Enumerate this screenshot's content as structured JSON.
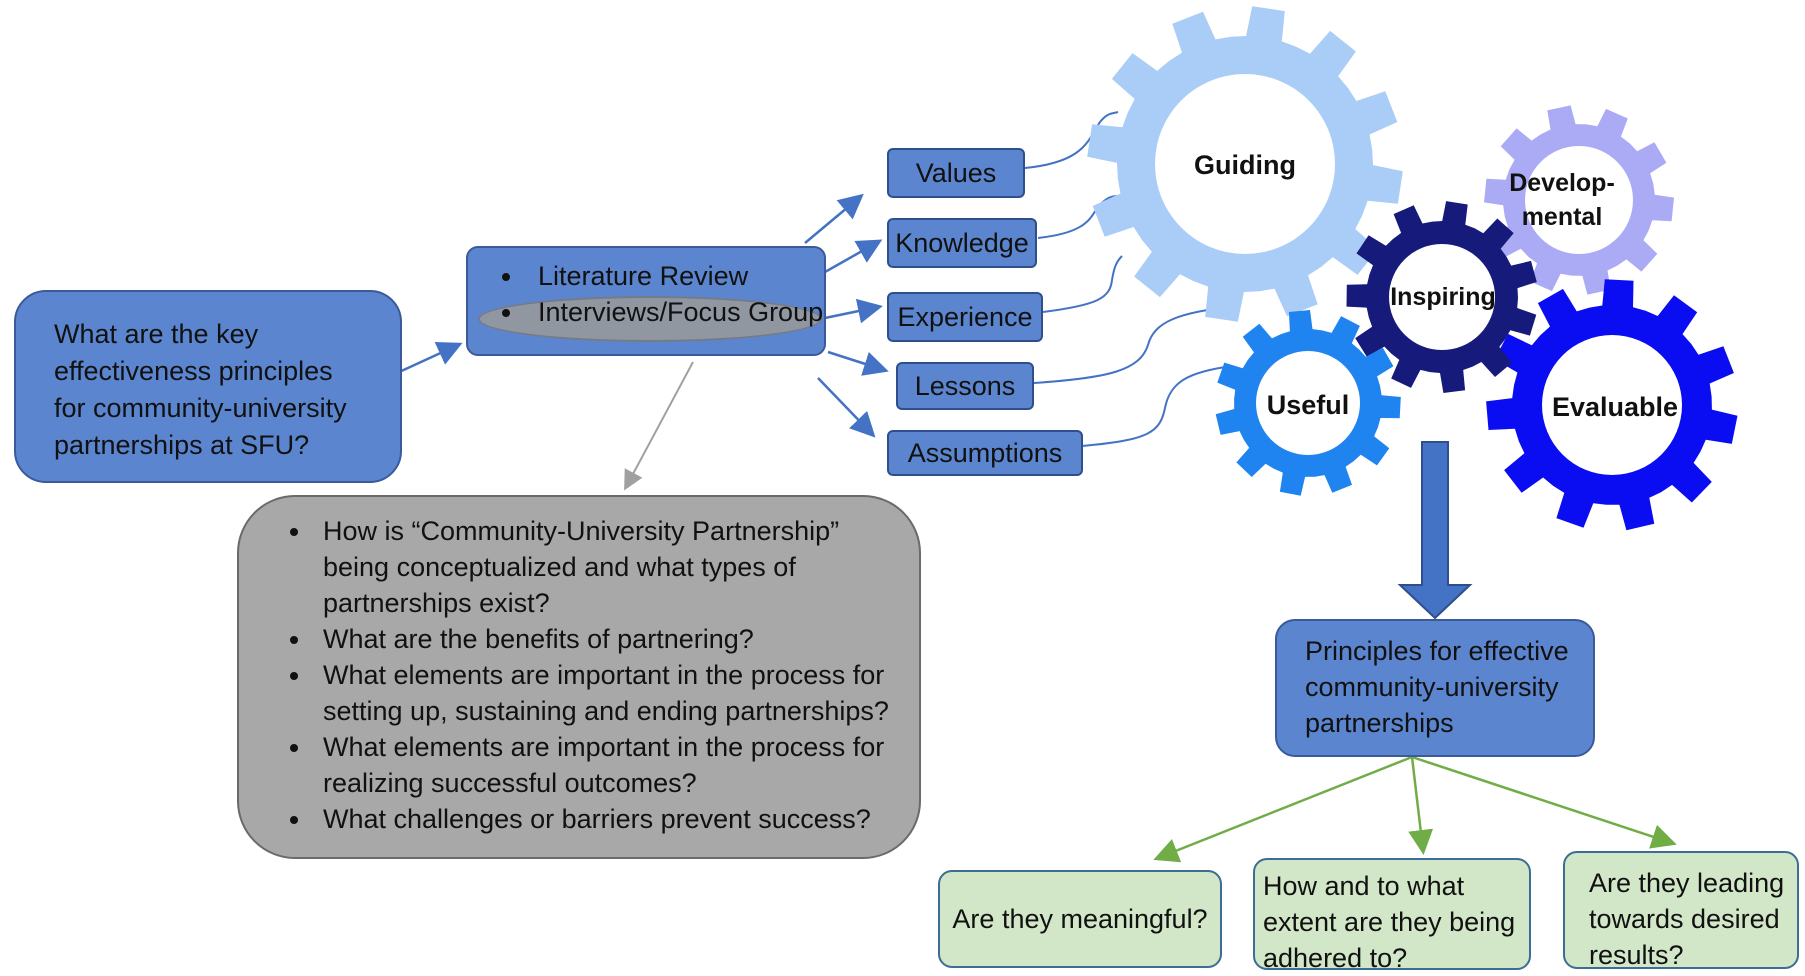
{
  "question_box": {
    "text": "What are the key effectiveness principles for community-university partnerships at SFU?"
  },
  "methods_box": {
    "items": [
      "Literature Review",
      "Interviews/Focus Group"
    ]
  },
  "labels": {
    "values": "Values",
    "knowledge": "Knowledge",
    "experience": "Experience",
    "lessons": "Lessons",
    "assumptions": "Assumptions"
  },
  "gears": {
    "guiding": "Guiding",
    "developmental_1": "Develop-",
    "developmental_2": "mental",
    "inspiring": "Inspiring",
    "useful": "Useful",
    "evaluable": "Evaluable"
  },
  "questions_box": {
    "items": [
      "How is “Community-University Partnership” being conceptualized and what types of partnerships exist?",
      "What are the benefits of partnering?",
      "What elements are important in the process for setting up, sustaining and ending partnerships?",
      "What elements are important in the process for realizing successful outcomes?",
      "What challenges or barriers prevent success?"
    ]
  },
  "principles_box": {
    "text": "Principles for effective community-university partnerships"
  },
  "outcomes": {
    "meaningful": "Are they meaningful?",
    "adhered": "How and to what extent are they being adhered to?",
    "results": "Are they leading towards desired results?"
  },
  "colors": {
    "box_blue": "#5b86cf",
    "guiding_gear": "#a9cdf7",
    "developmental_gear": "#abaaf5",
    "inspiring_gear": "#161a7a",
    "useful_gear": "#1f83f0",
    "evaluable_gear": "#0a0cf2",
    "outcome_green": "#d2e6c8",
    "questions_grey": "#a8a8a8"
  }
}
